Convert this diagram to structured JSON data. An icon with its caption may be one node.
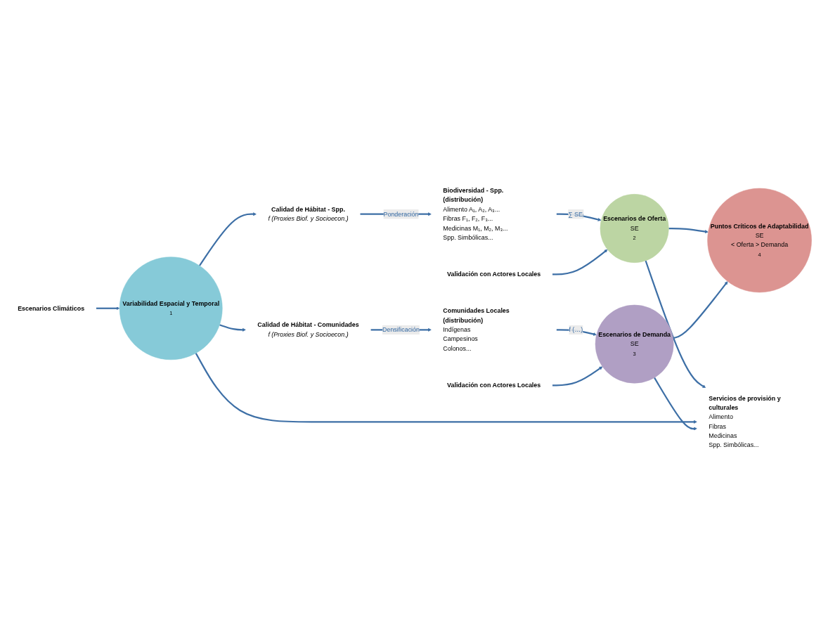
{
  "diagram": {
    "nodes": [
      {
        "text": [
          "Escenarios Climáticos"
        ]
      },
      {
        "text": [
          "Variabilidad Espacial y Temporal",
          "1"
        ]
      },
      {
        "text": [
          "Calidad de Hábitat - Spp.",
          "f (Proxies Biof. y Socioecon.)"
        ]
      },
      {
        "text": [
          "Biodiversidad - Spp. (distribución)",
          "Alimento A₁, A₂, A₃...",
          "Fibras F₁, F₂, F₃...",
          "Medicinas M₁, M₂, M₃...",
          "Spp. Simbólicas..."
        ]
      },
      {
        "text": [
          "Escenarios de Oferta",
          "SE",
          "2"
        ]
      },
      {
        "text": [
          "Validación con Actores Locales"
        ]
      },
      {
        "text": [
          "Servicios de provisión y culturales",
          "Alimento",
          "Fibras",
          "Medicinas",
          "Spp. Simbólicas..."
        ]
      },
      {
        "text": [
          "Puntos Críticos de Adaptabilidad",
          "SE",
          "< Oferta > Demanda",
          "4"
        ]
      },
      {
        "text": [
          "Calidad de Hábitat - Comunidades",
          "f (Proxies Biof. y Socioecon.)"
        ]
      },
      {
        "text": [
          "Comunidades Locales (distribución)",
          "Indígenas",
          "Campesinos",
          "Colonos..."
        ]
      },
      {
        "text": [
          "Escenarios de Demanda",
          "SE",
          "3"
        ]
      },
      {
        "text": [
          "Validación con Actores Locales"
        ]
      }
    ],
    "edges": [
      {
        "from": 0,
        "to": 1,
        "arrow": "to"
      },
      {
        "from": 1,
        "to": 2,
        "arrow": "to"
      },
      {
        "from": 2,
        "to": 3,
        "arrow": "to",
        "label": "Ponderación"
      },
      {
        "from": 3,
        "to": 4,
        "arrow": "to",
        "label": "∑ SEᵢ"
      },
      {
        "from": 5,
        "to": 4,
        "arrow": "to"
      },
      {
        "from": 4,
        "to": 7,
        "arrow": "to"
      },
      {
        "from": 4,
        "to": 6,
        "arrow": "to"
      },
      {
        "from": 1,
        "to": 6,
        "arrow": "to"
      },
      {
        "from": 10,
        "to": 6,
        "arrow": "to"
      },
      {
        "from": 10,
        "to": 7,
        "arrow": "to"
      },
      {
        "from": 1,
        "to": 8,
        "arrow": "to"
      },
      {
        "from": 8,
        "to": 9,
        "arrow": "to",
        "label": "Densificación"
      },
      {
        "from": 9,
        "to": 10,
        "arrow": "to",
        "label": "f (…)"
      },
      {
        "from": 11,
        "to": 10,
        "arrow": "to"
      }
    ]
  }
}
